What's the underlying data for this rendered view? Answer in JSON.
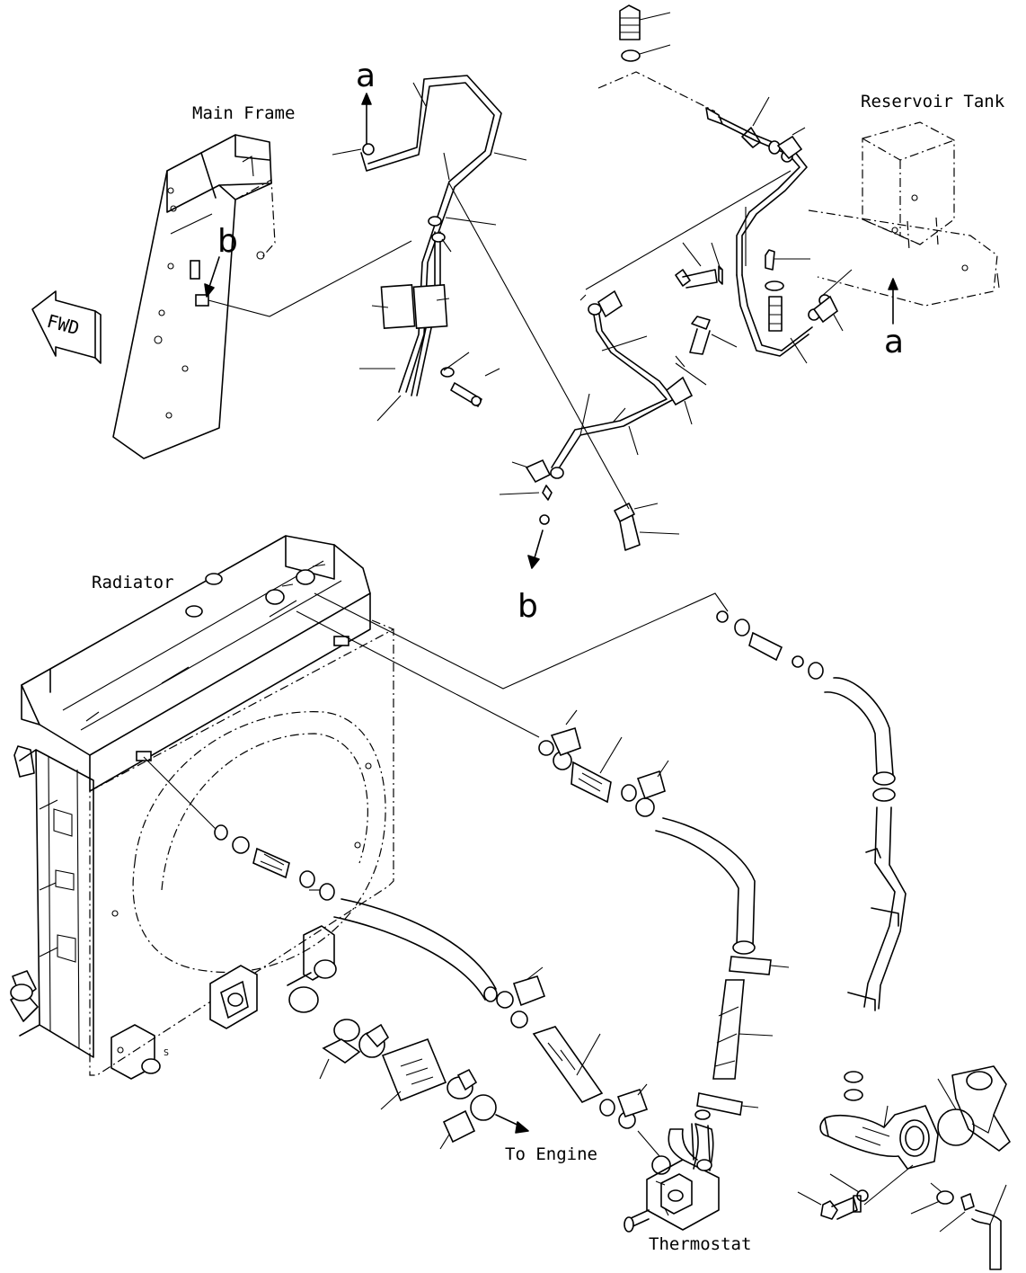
{
  "labels": {
    "main_frame": "Main Frame",
    "reservoir_tank": "Reservoir Tank",
    "radiator": "Radiator",
    "to_engine": "To Engine",
    "thermostat": "Thermostat",
    "fwd": "FWD"
  },
  "markers": {
    "a_top": "a",
    "a_right": "a",
    "b_left": "b",
    "b_bottom": "b"
  }
}
